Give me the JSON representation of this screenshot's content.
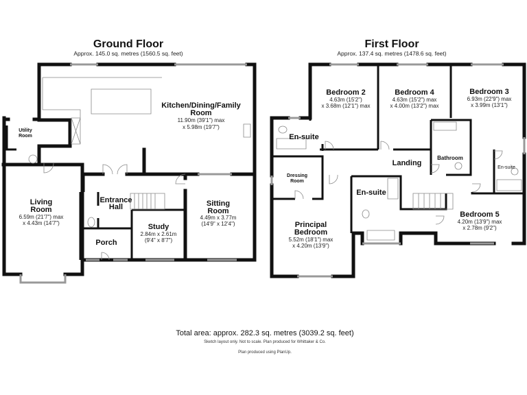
{
  "ground_floor": {
    "title": "Ground Floor",
    "area": "Approx. 145.0 sq. metres (1560.5 sq. feet)",
    "rooms": [
      {
        "name_1": "Kitchen/Dining/Family",
        "name_2": "Room",
        "dim_1": "11.90m (39'1\") max",
        "dim_2": "x 5.98m (19'7\")"
      },
      {
        "name_1": "Utility",
        "name_2": "Room"
      },
      {
        "name_1": "Living",
        "name_2": "Room",
        "dim_1": "6.59m (21'7\") max",
        "dim_2": "x 4.43m (14'7\")"
      },
      {
        "name_1": "Entrance",
        "name_2": "Hall"
      },
      {
        "name_1": "Sitting",
        "name_2": "Room",
        "dim_1": "4.49m x 3.77m",
        "dim_2": "(14'9\" x 12'4\")"
      },
      {
        "name_1": "Study",
        "dim_1": "2.84m x 2.61m",
        "dim_2": "(9'4\" x 8'7\")"
      },
      {
        "name_1": "Porch"
      }
    ]
  },
  "first_floor": {
    "title": "First Floor",
    "area": "Approx. 137.4 sq. metres (1478.6 sq. feet)",
    "rooms": [
      {
        "name_1": "Bedroom 2",
        "dim_1": "4.63m (15'2\")",
        "dim_2": "x 3.68m (12'1\") max"
      },
      {
        "name_1": "Bedroom 4",
        "dim_1": "4.63m (15'2\") max",
        "dim_2": "x 4.00m (13'2\") max"
      },
      {
        "name_1": "Bedroom 3",
        "dim_1": "6.93m (22'9\") max",
        "dim_2": "x 3.99m (13'1\")"
      },
      {
        "name_1": "En-suite"
      },
      {
        "name_1": "Bathroom"
      },
      {
        "name_1": "Landing"
      },
      {
        "name_1": "En-suite"
      },
      {
        "name_1": "Dressing",
        "name_2": "Room"
      },
      {
        "name_1": "En-suite"
      },
      {
        "name_1": "Principal",
        "name_2": "Bedroom",
        "dim_1": "5.52m (18'1\") max",
        "dim_2": "x 4.20m (13'9\")"
      },
      {
        "name_1": "Bedroom 5",
        "dim_1": "4.20m (13'9\") max",
        "dim_2": "x 2.78m (9'2\")"
      }
    ]
  },
  "footer": {
    "total": "Total area: approx. 282.3 sq. metres (3039.2 sq. feet)",
    "note": "Sketch layout only. Not to scale. Plan produced for Whittaker & Co.",
    "credit": "Plan produced using PlanUp."
  }
}
